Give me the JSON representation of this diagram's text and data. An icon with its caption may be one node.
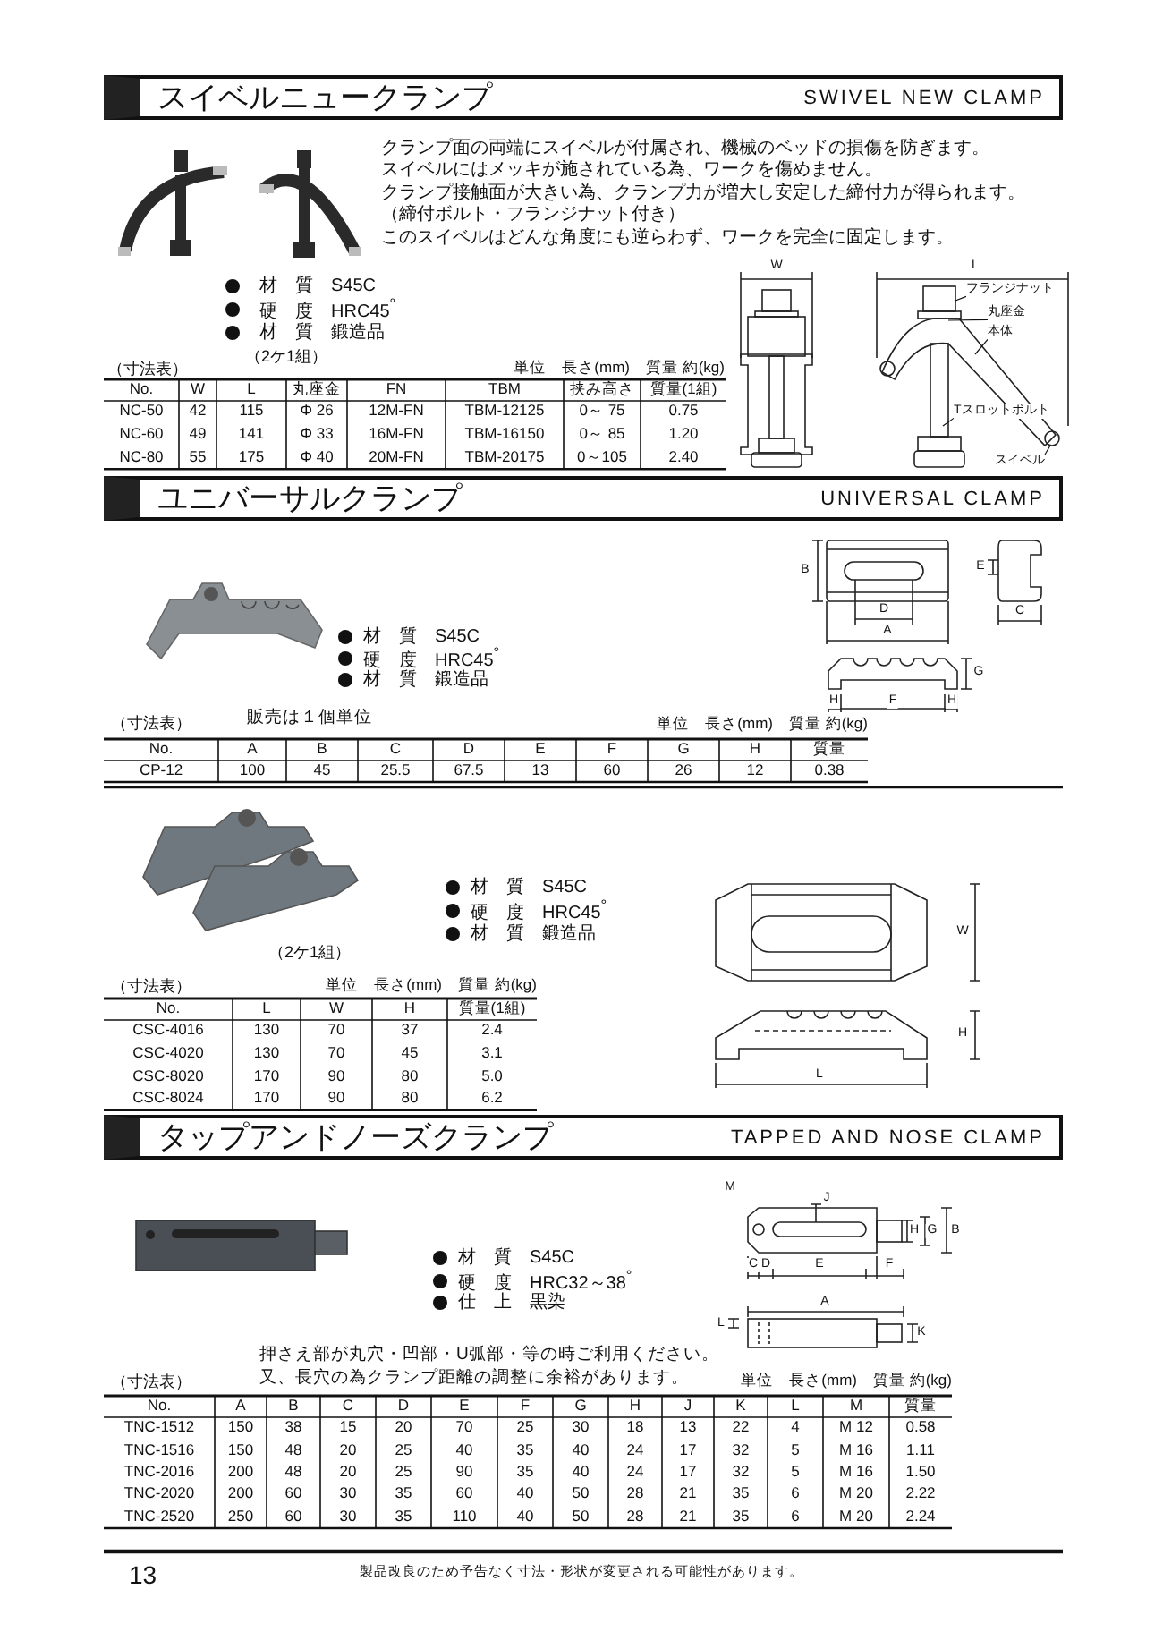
{
  "diagram": {
    "nodes": [
      {
        "text": [
          "スイベルニュークランプ",
          "SWIVEL NEW CLAMP"
        ]
      },
      {
        "text": [
          "フランジナット"
        ]
      },
      {
        "text": [
          "丸座金"
        ]
      },
      {
        "text": [
          "本体"
        ]
      },
      {
        "text": [
          "Tスロットボルト"
        ]
      },
      {
        "text": [
          "スイベル"
        ]
      },
      {
        "text": [
          "ユニバーサルクランプ",
          "UNIVERSAL CLAMP"
        ]
      },
      {
        "text": [
          "タップアンドノーズクランプ",
          "TAPPED AND NOSE CLAMP"
        ]
      }
    ],
    "edges": [
      {
        "from": 1,
        "to": null,
        "arrow": "none"
      },
      {
        "from": 2,
        "to": null,
        "arrow": "none"
      },
      {
        "from": 3,
        "to": null,
        "arrow": "none"
      },
      {
        "from": 4,
        "to": null,
        "arrow": "none"
      },
      {
        "from": 5,
        "to": null,
        "arrow": "none"
      }
    ],
    "labels": [
      "クランプ面の両端にスイベルが付属され、機械のベッドの損傷を防ぎます。",
      "スイベルにはメッキが施されている為、ワークを傷めません。",
      "クランプ接触面が大きい為、クランプ力が増大し安定した締付力が得られます。",
      "（締付ボルト・フランジナット付き）",
      "このスイベルはどんな角度にも逆らわず、ワークを完全に固定します。",
      "材　質　S45C",
      "硬　度　HRC45$^{°}$",
      "材　質　鍛造品",
      "（2ケ1組）",
      "（寸法表）",
      "単位　長さ(mm)　質量 約(kg)",
      "No.",
      "W",
      "L",
      "丸座金",
      "FN",
      "TBM",
      "挟み高さ",
      "質量(1組)",
      "NC-50",
      "42",
      "115",
      "Φ 26",
      "12M-FN",
      "TBM-12125",
      "0～ 75",
      "0.75",
      "NC-60",
      "49",
      "141",
      "Φ 33",
      "16M-FN",
      "TBM-16150",
      "0～ 85",
      "1.20",
      "NC-80",
      "55",
      "175",
      "Φ 40",
      "20M-FN",
      "TBM-20175",
      "0～105",
      "2.40",
      "W",
      "L",
      "材　質　S45C",
      "硬　度　HRC45$^{°}$",
      "材　質　鍛造品",
      "（寸法表）",
      "販売は１個単位",
      "単位　長さ(mm)　質量 約(kg)",
      "No.",
      "A",
      "B",
      "C",
      "D",
      "E",
      "F",
      "G",
      "H",
      "質量",
      "CP-12",
      "100",
      "45",
      "25.5",
      "67.5",
      "13",
      "60",
      "26",
      "12",
      "0.38",
      "B",
      "E",
      "D",
      "C",
      "A",
      "G",
      "H",
      "F",
      "H",
      "材　質　S45C",
      "硬　度　HRC45$^{°}$",
      "材　質　鍛造品",
      "（2ケ1組）",
      "（寸法表）",
      "単位　長さ(mm)　質量 約(kg)",
      "No.",
      "L",
      "W",
      "H",
      "質量(1組)",
      "CSC-4016",
      "130",
      "70",
      "37",
      "2.4",
      "CSC-4020",
      "130",
      "70",
      "45",
      "3.1",
      "CSC-8020",
      "170",
      "90",
      "80",
      "5.0",
      "CSC-8024",
      "170",
      "90",
      "80",
      "6.2",
      "W",
      "H",
      "L",
      "材　質　S45C",
      "硬　度　HRC32～38$^{°}$",
      "仕　上　黒染",
      "押さえ部が丸穴・凹部・U弧部・等の時ご利用ください。",
      "（寸法表）",
      "又、長穴の為クランプ距離の調整に余裕があります。",
      "単位　長さ(mm)　質量 約(kg)",
      "No.",
      "A",
      "B",
      "C",
      "D",
      "E",
      "F",
      "G",
      "H",
      "J",
      "K",
      "L",
      "M",
      "質量",
      "TNC-1512",
      "150",
      "38",
      "15",
      "20",
      "70",
      "25",
      "30",
      "18",
      "13",
      "22",
      "4",
      "M 12",
      "0.58",
      "TNC-1516",
      "150",
      "48",
      "20",
      "25",
      "40",
      "35",
      "40",
      "24",
      "17",
      "32",
      "5",
      "M 16",
      "1.11",
      "TNC-2016",
      "200",
      "48",
      "20",
      "25",
      "90",
      "35",
      "40",
      "24",
      "17",
      "32",
      "5",
      "M 16",
      "1.50",
      "TNC-2020",
      "200",
      "60",
      "30",
      "35",
      "60",
      "40",
      "50",
      "28",
      "21",
      "35",
      "6",
      "M 20",
      "2.22",
      "TNC-2520",
      "250",
      "60",
      "30",
      "35",
      "110",
      "40",
      "50",
      "28",
      "21",
      "35",
      "6",
      "M 20",
      "2.24",
      "M",
      "J",
      "H",
      "G",
      "B",
      "C",
      "D",
      "E",
      "F",
      "A",
      "L",
      "K",
      "13",
      "製品改良のため予告なく寸法・形状が変更される可能性があります。"
    ]
  }
}
